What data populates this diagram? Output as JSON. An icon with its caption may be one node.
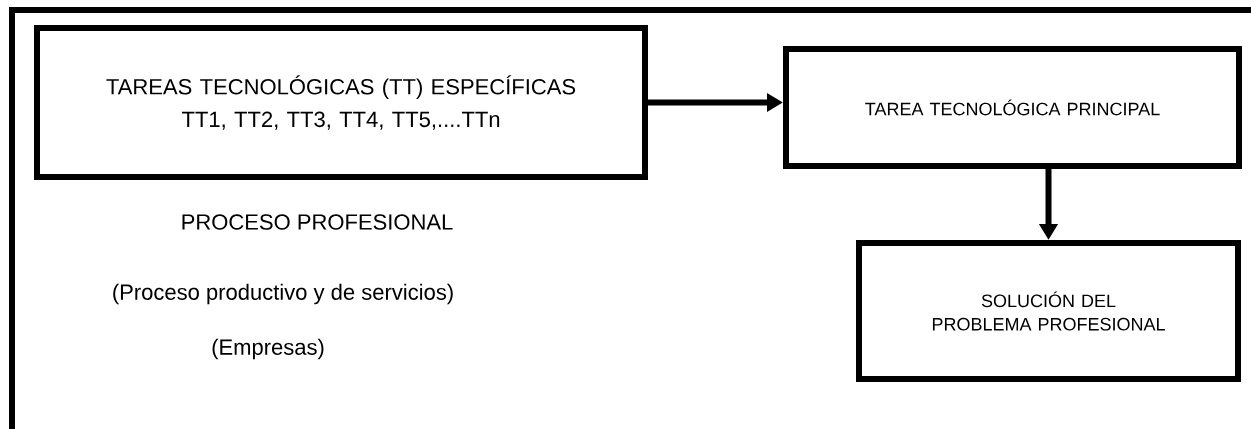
{
  "diagram": {
    "nodes": [
      {
        "text": [
          "PROCESO PROFESIONAL",
          "(Proceso productivo y de servicios)",
          "(Empresas)"
        ]
      },
      {
        "text": [
          "TAREAS TECNOLÓGICAS (TT) ESPECÍFICAS",
          "TT1, TT2, TT3, TT4, TT5,....TTn"
        ],
        "in": 0
      },
      {
        "text": [
          "TAREA TECNOLÓGICA PRINCIPAL"
        ],
        "in": 0
      },
      {
        "text": [
          "SOLUCIÓN DEL PROBLEMA PROFESIONAL"
        ],
        "in": 0
      }
    ],
    "edges": [
      {
        "from": 1,
        "to": 2,
        "arrow": "to"
      },
      {
        "from": 2,
        "to": 3,
        "arrow": "to"
      }
    ]
  }
}
